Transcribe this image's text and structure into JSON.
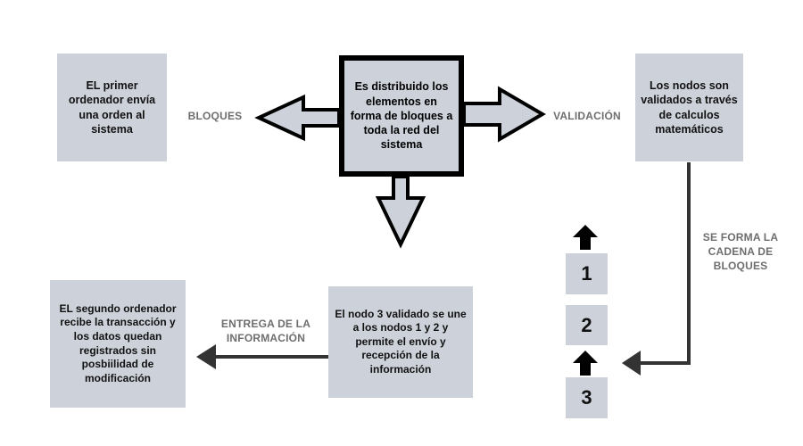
{
  "nodes": {
    "primer": "EL primer ordenador envía una orden al sistema",
    "centro": "Es distribuido los elementos en forma de bloques a toda la red del sistema",
    "nodos": "Los nodos son validados a través de calculos matemáticos",
    "segundo": "EL segundo ordenador recibe la transacción y los datos quedan registrados sin posbiilidad de modificación",
    "nodo3": "El nodo 3 validado se une a los nodos 1 y 2 y permite el envío y recepción de la información"
  },
  "labels": {
    "bloques": "BLOQUES",
    "validacion": "VALIDACIÓN",
    "cadena": "SE FORMA LA CADENA DE BLOQUES",
    "entrega": "ENTREGA DE LA INFORMACIÓN"
  },
  "blocks": [
    "1",
    "2",
    "3"
  ]
}
